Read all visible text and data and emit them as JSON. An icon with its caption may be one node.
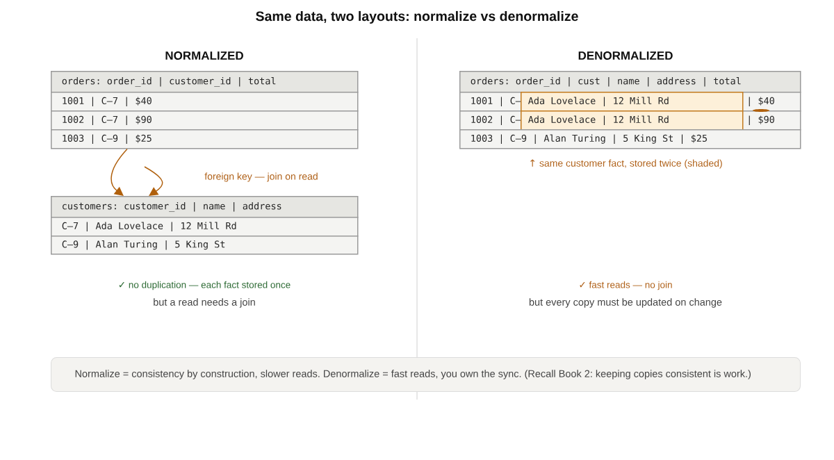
{
  "diagram": {
    "title": "Same data, two layouts: normalize vs denormalize",
    "nodes": [
      {
        "text": [
          "orders: order_id | customer_id | total"
        ]
      },
      {
        "text": [
          "1001 | C–7 | $40"
        ]
      },
      {
        "text": [
          "1002 | C–7 | $90"
        ]
      },
      {
        "text": [
          "1003 | C–9 | $25"
        ]
      },
      {
        "text": [
          "customers: customer_id | name | address"
        ]
      },
      {
        "text": [
          "C–7 | Ada Lovelace | 12 Mill Rd"
        ]
      },
      {
        "text": [
          "C–9 | Alan Turing | 5 King St"
        ]
      },
      {
        "text": [
          "orders: order_id | cust | name | address | total"
        ]
      },
      {
        "text": [
          "1001 | C–",
          "| $40"
        ]
      },
      {
        "text": [
          "Ada Lovelace | 12 Mill Rd"
        ],
        "in": 8
      },
      {
        "text": [
          "1002 | C–",
          "| $90"
        ]
      },
      {
        "text": [
          "Ada Lovelace | 12 Mill Rd"
        ],
        "in": 10
      },
      {
        "text": [
          "1003 | C–9 | Alan Turing | 5 King St | $25"
        ]
      },
      {
        "text": [
          "Normalize = consistency by construction, slower reads. Denormalize = fast reads, you own the sync. (Recall Book 2: keeping copies consistent is work.)"
        ]
      }
    ],
    "edges": [
      {
        "from": 3,
        "to": 4,
        "arrow": "to"
      },
      {
        "from": null,
        "to": 4,
        "arrow": "to"
      }
    ],
    "labels": [
      "NORMALIZED",
      "foreign key — join on read",
      "✓ no duplication — each fact stored once",
      "but a read needs a join",
      "DENORMALIZED",
      "↑ same customer fact, stored twice (shaded)",
      "✓ fast reads — no join",
      "but every copy must be updated on change"
    ]
  }
}
